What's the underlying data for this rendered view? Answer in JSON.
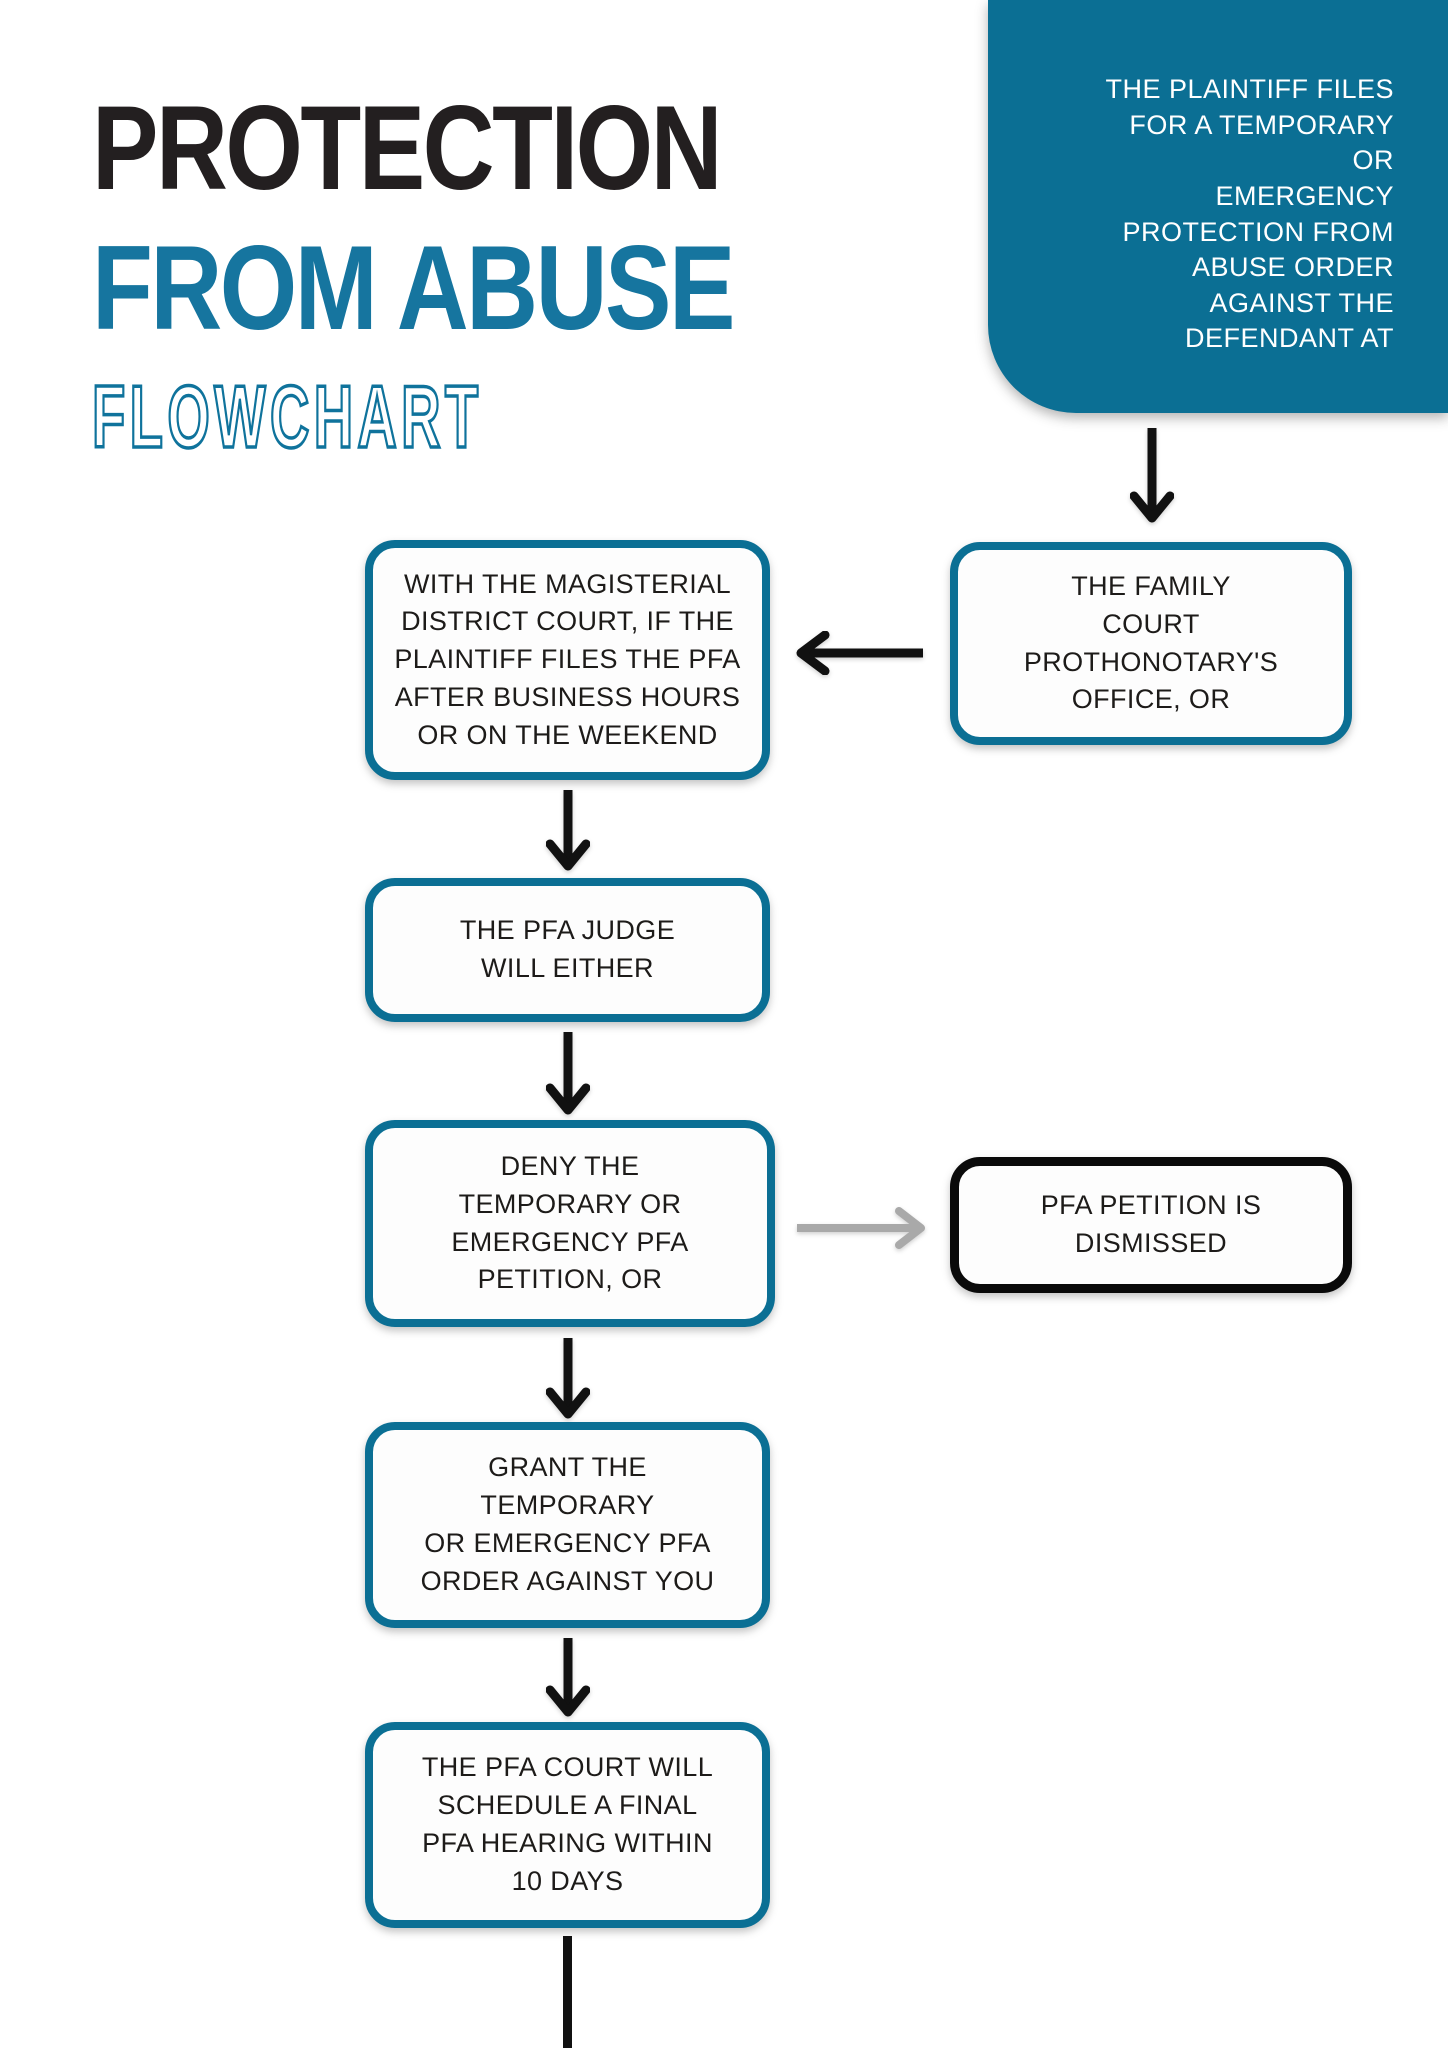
{
  "header": {
    "title_line1": "PROTECTION",
    "title_line2": "FROM ABUSE",
    "title_line3": "FLOWCHART"
  },
  "flowchart": {
    "start": "THE PLAINTIFF FILES\nFOR A TEMPORARY OR\nEMERGENCY\nPROTECTION FROM\nABUSE ORDER\nAGAINST THE\nDEFENDANT AT",
    "family_court": "THE FAMILY\nCOURT\nPROTHONOTARY'S\nOFFICE, OR",
    "magisterial": "WITH THE MAGISTERIAL\nDISTRICT COURT, IF THE\nPLAINTIFF FILES THE PFA\nAFTER BUSINESS HOURS\nOR ON THE WEEKEND",
    "judge": "THE PFA JUDGE\nWILL EITHER",
    "deny": "DENY THE\nTEMPORARY OR\nEMERGENCY PFA\nPETITION, OR",
    "dismissed": "PFA PETITION IS\nDISMISSED",
    "grant": "GRANT THE\nTEMPORARY\nOR EMERGENCY PFA\nORDER AGAINST YOU",
    "schedule": "THE PFA COURT WILL\nSCHEDULE A FINAL\nPFA HEARING WITHIN\n10 DAYS"
  },
  "colors": {
    "panel_teal": "#0B6F94",
    "border_teal": "#0B6F94",
    "title_teal": "#16759F",
    "ink": "#231F20",
    "black_border": "#0A0A0A",
    "arrow_black": "#111111",
    "arrow_gray": "#A9A9A9"
  }
}
